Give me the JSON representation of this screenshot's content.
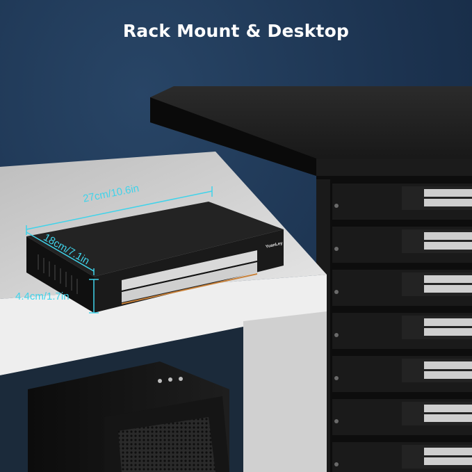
{
  "headline": "Rack Mount & Desktop",
  "dimensions": {
    "length": "27cm/10.6in",
    "width": "18cm/7.1in",
    "height": "4.4cm/1.7in"
  },
  "product": {
    "brand_label": "YuanLey"
  },
  "colors": {
    "background": "#1f3550",
    "dimension_lines": "#3fd3ea",
    "switch_body": "#161616",
    "shelf": "#dcdcdc"
  }
}
